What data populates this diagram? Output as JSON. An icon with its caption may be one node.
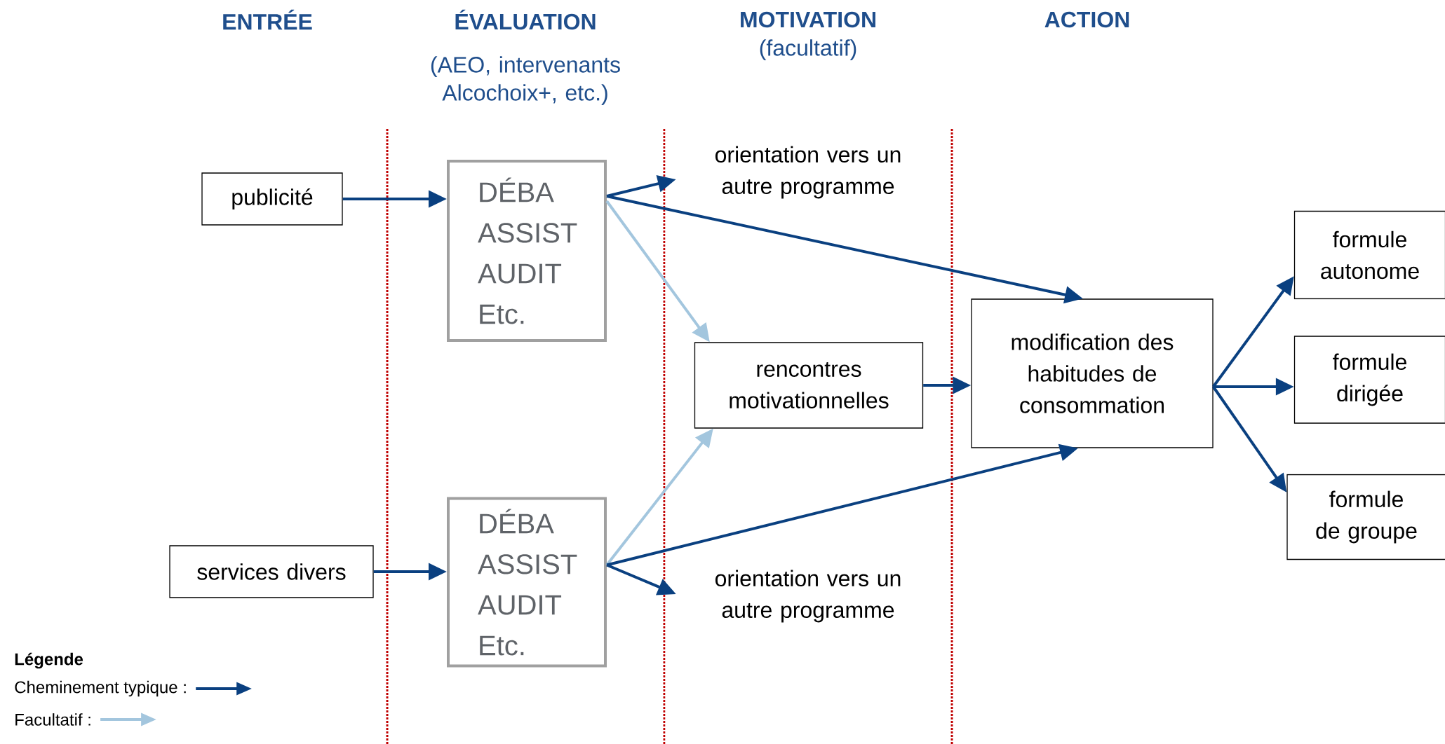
{
  "diagram": {
    "nodes": [
      {
        "text": [
          "publicité"
        ]
      },
      {
        "text": [
          "DÉBA",
          "ASSIST",
          "AUDIT",
          "Etc."
        ]
      },
      {
        "text": [
          "orientation vers un autre programme"
        ]
      },
      {
        "text": [
          "rencontres motivationnelles"
        ]
      },
      {
        "text": [
          "modification des habitudes de consommation"
        ]
      },
      {
        "text": [
          "formule autonome"
        ]
      },
      {
        "text": [
          "formule dirigée"
        ]
      },
      {
        "text": [
          "formule de groupe"
        ]
      },
      {
        "text": [
          "services divers"
        ]
      },
      {
        "text": [
          "DÉBA",
          "ASSIST",
          "AUDIT",
          "Etc."
        ]
      },
      {
        "text": [
          "orientation vers un autre programme"
        ]
      }
    ],
    "edges": [
      {
        "from": 0,
        "to": 1,
        "arrow": "to"
      },
      {
        "from": 1,
        "to": 2,
        "arrow": "to"
      },
      {
        "from": 1,
        "to": 4,
        "arrow": "to"
      },
      {
        "from": 1,
        "to": 3,
        "arrow": "to",
        "color": "#a3c6de"
      },
      {
        "from": 8,
        "to": 9,
        "arrow": "to"
      },
      {
        "from": 9,
        "to": 3,
        "arrow": "to",
        "color": "#a3c6de"
      },
      {
        "from": 9,
        "to": 4,
        "arrow": "to"
      },
      {
        "from": 9,
        "to": 10,
        "arrow": "to"
      },
      {
        "from": 3,
        "to": 4,
        "arrow": "to"
      },
      {
        "from": 4,
        "to": 5,
        "arrow": "to"
      },
      {
        "from": 4,
        "to": 6,
        "arrow": "to"
      },
      {
        "from": 4,
        "to": 7,
        "arrow": "to"
      }
    ],
    "labels": [
      "ENTRÉE",
      "ÉVALUATION",
      "(AEO, intervenants Alcochoix+, etc.)",
      "MOTIVATION",
      "(facultatif)",
      "ACTION",
      "Légende"
    ],
    "legend": [
      {
        "text": "Cheminement typique :"
      },
      {
        "text": "Facultatif :"
      }
    ]
  }
}
